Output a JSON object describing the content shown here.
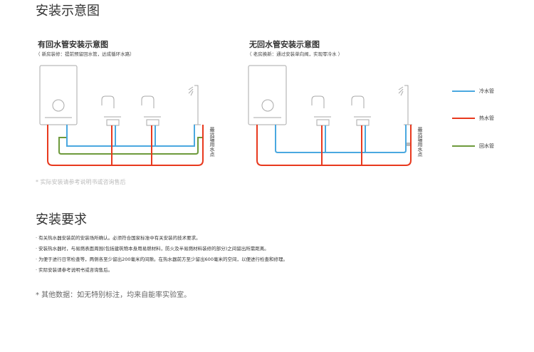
{
  "section1": {
    "title": "安装示意图"
  },
  "diagram_left": {
    "title": "有回水管安装示意图",
    "note": "（ 新房装修：提前预留回水管，达成循环水路）",
    "nearest_label": "最远端用水点"
  },
  "diagram_right": {
    "title": "无回水管安装示意图",
    "note": "（ 老房换新：通过安装单向阀，实现零冷水 ）",
    "nearest_label": "最远端用水点"
  },
  "legend": [
    {
      "label": "冷水管",
      "color": "#4aa8e0"
    },
    {
      "label": "热水管",
      "color": "#e8391e"
    },
    {
      "label": "回水管",
      "color": "#6e9a3c"
    }
  ],
  "footnote": "* 实际安装请参考说明书或咨询售后",
  "section2": {
    "title": "安装要求"
  },
  "requirements": [
    "· 有关热水器安装前的安装场所确认。必须符合国家标准中有关安装的技术要求。",
    "· 安装热水器时，与易燃表面周围(包括建筑物本身用易燃材料，防火及半易燃材料装修的部分)之间留出所需距离。",
    "· 为便于进行日常检查等，两侧各至少留出200毫米的间隙。在热水器前方至少留出600毫米的空间，以便进行检查和修理。",
    "· 实际安装请参考说明书或咨询售后。"
  ],
  "bottom_note": "* 其他数据：如无特别标注，均来自能率实验室。"
}
